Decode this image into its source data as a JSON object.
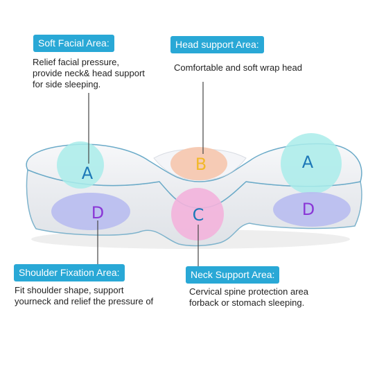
{
  "colors": {
    "tag_background": "#29a8d6",
    "tag_text": "#ffffff",
    "pillow_body": "#f2f3f6",
    "piping": "#6aaac8",
    "zone_a_fill": "#a9ecea",
    "zone_b_fill": "#f6c7ad",
    "zone_c_fill": "#f3b3dc",
    "zone_d_fill": "#b8bdf0",
    "letter_a": "#1d78b7",
    "letter_b": "#f2b829",
    "letter_c": "#1d78b7",
    "letter_d": "#8a37d6"
  },
  "areas": {
    "soft_facial": {
      "label": "Soft Facial Area:",
      "description": "Relief facial pressure,\nprovide neck& head support\nfor side sleeping."
    },
    "head_support": {
      "label": "Head support Area:",
      "description": "Comfortable and soft wrap head"
    },
    "shoulder_fixation": {
      "label": "Shoulder Fixation Area:",
      "description": "Fit shoulder shape, support\nyourneck and relief the pressure of"
    },
    "neck_support": {
      "label": "Neck Support Area:",
      "description": "Cervical spine protection area\nforback or stomach sleeping."
    }
  },
  "zones": {
    "a_left": "A",
    "a_right": "A",
    "b": "B",
    "c": "C",
    "d_left": "D",
    "d_right": "D"
  }
}
